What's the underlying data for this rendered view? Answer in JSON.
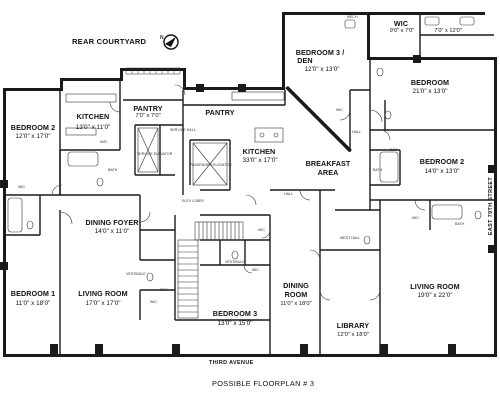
{
  "header": {
    "courtyard_label": "REAR COURTYARD",
    "compass_letter": "N"
  },
  "rooms": [
    {
      "id": "bedroom3-den",
      "name_line1": "BEDROOM 3 /",
      "name_line2": "DEN",
      "dim": "12'0\" x 13'0\""
    },
    {
      "id": "wic-top",
      "name": "WIC",
      "dim": "9'0\" x 7'0\""
    },
    {
      "id": "wic-top2",
      "dim": "7'0\" x 12'0\""
    },
    {
      "id": "bedroom-ne",
      "name": "BEDROOM",
      "dim": "21'0\" x 13'0\""
    },
    {
      "id": "bedroom2-nw",
      "name": "BEDROOM 2",
      "dim": "12'0\" x 17'0\""
    },
    {
      "id": "kitchen-w",
      "name": "KITCHEN",
      "dim": "13'0\" x 11'0\""
    },
    {
      "id": "pantry-w",
      "name": "PANTRY",
      "dim": "7'0\" x 7'0\""
    },
    {
      "id": "pantry-c",
      "name": "PANTRY"
    },
    {
      "id": "kitchen-c",
      "name": "KITCHEN",
      "dim": "33'0\" x 17'0\""
    },
    {
      "id": "breakfast",
      "name_line1": "BREAKFAST",
      "name_line2": "AREA"
    },
    {
      "id": "bedroom2-e",
      "name": "BEDROOM 2",
      "dim": "14'0\" x 13'0\""
    },
    {
      "id": "dining-foyer",
      "name": "DINING FOYER",
      "dim": "14'0\" x 11'0\""
    },
    {
      "id": "bedroom1",
      "name": "BEDROOM 1",
      "dim": "11'0\" x 18'0\""
    },
    {
      "id": "living-w",
      "name": "LIVING ROOM",
      "dim": "17'0\" x 17'0\""
    },
    {
      "id": "bedroom3-s",
      "name": "BEDROOM 3",
      "dim": "13'0\" x 15'0\""
    },
    {
      "id": "dining-room",
      "name_line1": "DINING",
      "name_line2": "ROOM",
      "dim": "11'0\" x 18'0\""
    },
    {
      "id": "library",
      "name": "LIBRARY",
      "dim": "12'0\" x 18'0\""
    },
    {
      "id": "living-e",
      "name": "LIVING ROOM",
      "dim": "19'0\" x 22'0\""
    }
  ],
  "small_labels": {
    "wic_a": "WIC",
    "wic_b": "WIC",
    "wic_c": "WIC",
    "wic_d": "WIC",
    "wic_e": "WIC",
    "wic_f": "WIC",
    "wic_g": "WIC",
    "mech": "MECH",
    "vestibule": "VESTIBULE",
    "vestibule2": "VESTIBULE",
    "west_hall": "WEST HALL",
    "elev_lobby": "ELEV LOBBY",
    "hall": "HALL",
    "hall2": "HALL",
    "service_hall": "SERVICE HALL",
    "service_elev": "SERVICE ELEVATOR",
    "passenger_elev": "PASSENGER ELEVATOR",
    "bath": "BATH",
    "bath2": "BATH",
    "bath3": "BATH",
    "w_d": "W/D",
    "pdr": "PDR"
  },
  "streets": {
    "south": "THIRD AVENUE",
    "east": "EAST 79TH STREET"
  },
  "footer": {
    "title": "POSSIBLE FLOORPLAN # 3"
  }
}
